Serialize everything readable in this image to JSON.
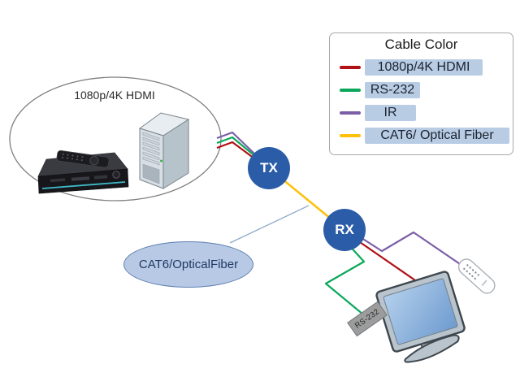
{
  "diagram": {
    "legend": {
      "title": "Cable Color",
      "items": [
        {
          "name": "hdmi",
          "label": "1080p/4K HDMI"
        },
        {
          "name": "rs232",
          "label": "RS-232"
        },
        {
          "name": "ir",
          "label": "IR"
        },
        {
          "name": "cat6",
          "label": "CAT6/ Optical Fiber"
        }
      ]
    },
    "source_zone_label": "1080p/4K HDMI",
    "tx_label": "TX",
    "rx_label": "RX",
    "cat6_callout_label": "CAT6/OpticalFiber",
    "rs232_tag_label": "RS-232"
  },
  "colors": {
    "hdmi_cable": "#B01116",
    "rs232_cable": "#0BA85A",
    "ir_cable": "#7B5EA7",
    "cat6_cable": "#FEC10D",
    "node_fill": "#2A5CA8",
    "legend_label_bg": "#B8CCE4",
    "callout_fill": "#B7C9E4",
    "callout_border": "#5E7FB2",
    "callout_text": "#1F3864",
    "rs232_tag_bg": "#9C9C9C"
  }
}
